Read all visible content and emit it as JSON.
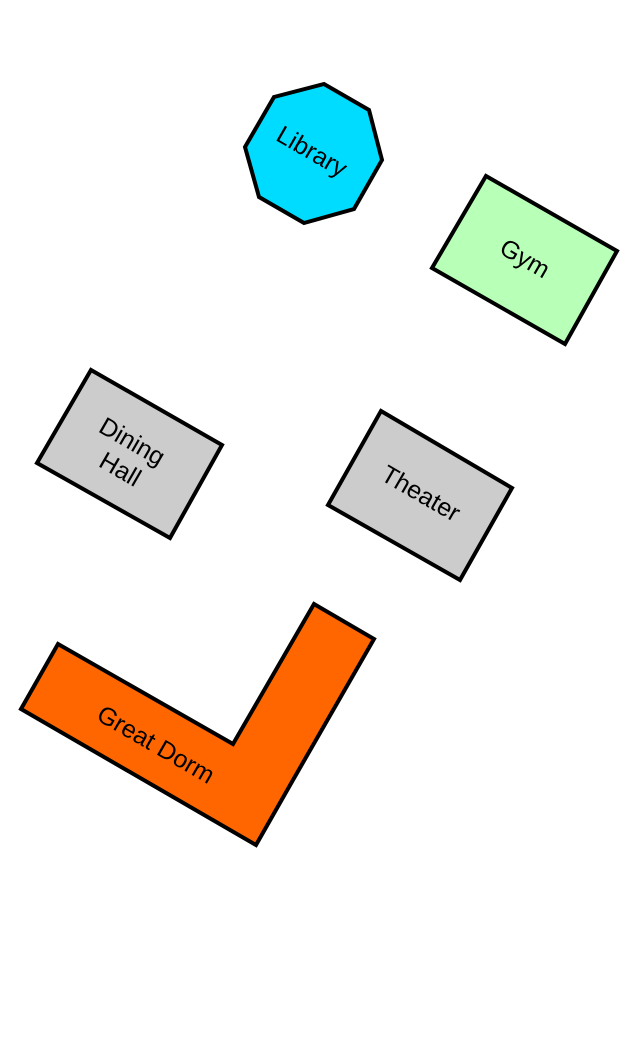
{
  "map": {
    "background": "#ffffff",
    "outline_color": "#000000",
    "buildings": {
      "library": {
        "label": "Library",
        "shape": "octagon",
        "color": "#00dcff"
      },
      "gym": {
        "label": "Gym",
        "shape": "rectangle",
        "color": "#b8ffb8"
      },
      "dining_hall": {
        "label_line1": "Dining",
        "label_line2": "Hall",
        "shape": "rectangle",
        "color": "#cccccc"
      },
      "theater": {
        "label": "Theater",
        "shape": "rectangle",
        "color": "#cccccc"
      },
      "great_dorm": {
        "label": "Great Dorm",
        "shape": "l-shape",
        "color": "#ff6600"
      }
    }
  }
}
